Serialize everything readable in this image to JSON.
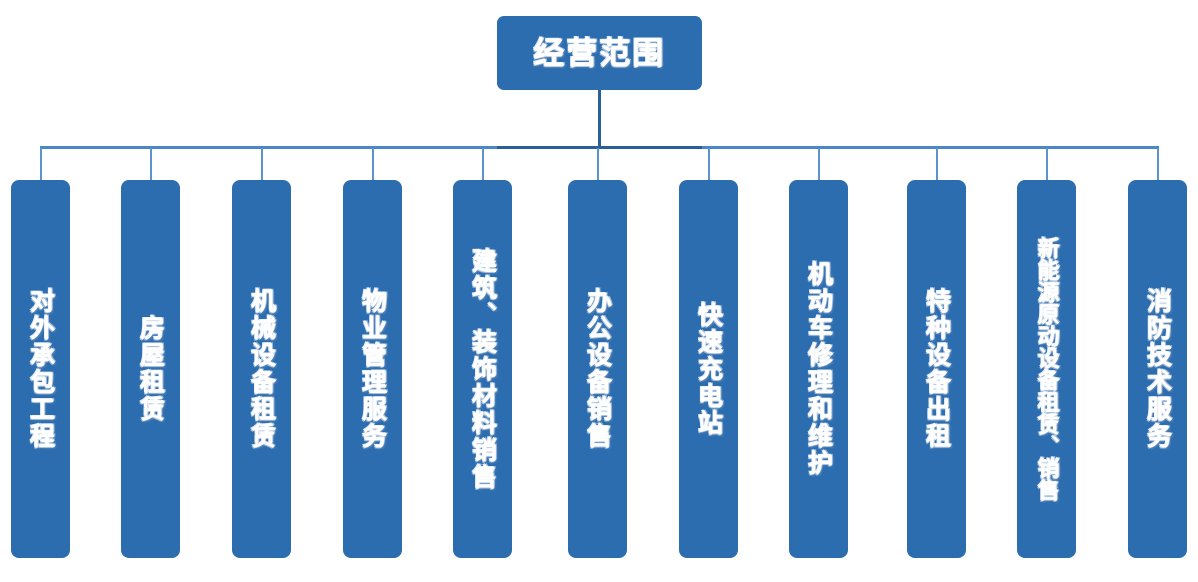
{
  "diagram": {
    "type": "organizational-tree",
    "orientation": "top-down",
    "title": "经营范围",
    "colors": {
      "node_fill": "#2C6DB0",
      "connector_light": "#4A86C8",
      "connector_dark": "#2A6099",
      "node_text": "#FFFFFF",
      "background": "#FFFFFF"
    },
    "root": {
      "label": "经营范围"
    },
    "children": [
      {
        "id": "node-1",
        "label": "对外承包工程"
      },
      {
        "id": "node-2",
        "label": "房屋租赁"
      },
      {
        "id": "node-3",
        "label": "机械设备租赁"
      },
      {
        "id": "node-4",
        "label": "物业管理服务"
      },
      {
        "id": "node-5",
        "label": "建筑、装饰材料销售"
      },
      {
        "id": "node-6",
        "label": "办公设备销售"
      },
      {
        "id": "node-7",
        "label": "快速充电站"
      },
      {
        "id": "node-8",
        "label": "机动车修理和维护"
      },
      {
        "id": "node-9",
        "label": "特种设备出租"
      },
      {
        "id": "node-10",
        "label": "新能源原动设备租赁、销售"
      },
      {
        "id": "node-11",
        "label": "消防技术服务"
      }
    ]
  }
}
